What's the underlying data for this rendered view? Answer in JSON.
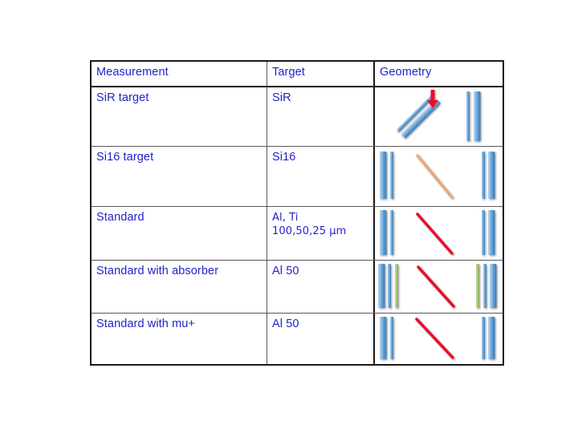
{
  "table": {
    "columns": [
      "Measurement",
      "Target",
      "Geometry"
    ],
    "rows": [
      {
        "measurement": "SiR target",
        "target": "SiR",
        "geometry": {
          "name": "tilted-target-with-beam-arrow",
          "elements": [
            "tilted-thin-bar",
            "tilted-thick-bar",
            "red-down-arrow",
            "vertical-thin-bar",
            "vertical-thick-bar"
          ]
        }
      },
      {
        "measurement": "Si16 target",
        "target": "Si16",
        "geometry": {
          "name": "detectors-with-tan-track",
          "elements": [
            "vertical-thick-bar",
            "vertical-thin-bar",
            "tan-diagonal-track",
            "vertical-thin-bar",
            "vertical-thick-bar"
          ]
        }
      },
      {
        "measurement": "Standard",
        "target": "Al, Ti\n100,50,25 μm",
        "geometry": {
          "name": "detectors-with-red-track",
          "elements": [
            "vertical-thick-bar",
            "vertical-thin-bar",
            "red-diagonal-track",
            "vertical-thin-bar",
            "vertical-thick-bar"
          ]
        }
      },
      {
        "measurement": "Standard with absorber",
        "target": "Al 50",
        "geometry": {
          "name": "detectors-with-absorber-and-red-track",
          "elements": [
            "vertical-thick-bar",
            "vertical-thin-bar",
            "green-absorber-bar",
            "red-diagonal-track",
            "green-absorber-bar",
            "vertical-thin-bar",
            "vertical-thick-bar"
          ]
        }
      },
      {
        "measurement": "Standard with mu+",
        "target": "Al 50",
        "geometry": {
          "name": "detectors-with-red-track",
          "elements": [
            "vertical-thick-bar",
            "vertical-thin-bar",
            "red-diagonal-track",
            "vertical-thin-bar",
            "vertical-thick-bar"
          ]
        }
      }
    ]
  },
  "colors": {
    "text": "#2222CC",
    "border_outer": "#1a1a1a",
    "border_inner": "#595959",
    "bar_blue_light": "#9CC3E5",
    "bar_blue_mid": "#5B9BD5",
    "bar_blue_dark": "#2E75B6",
    "bar_green": "#A9C47F",
    "track_red": "#E8112D",
    "track_tan": "#E8A87C",
    "arrow_red": "#E8112D",
    "background": "#FFFFFF"
  }
}
